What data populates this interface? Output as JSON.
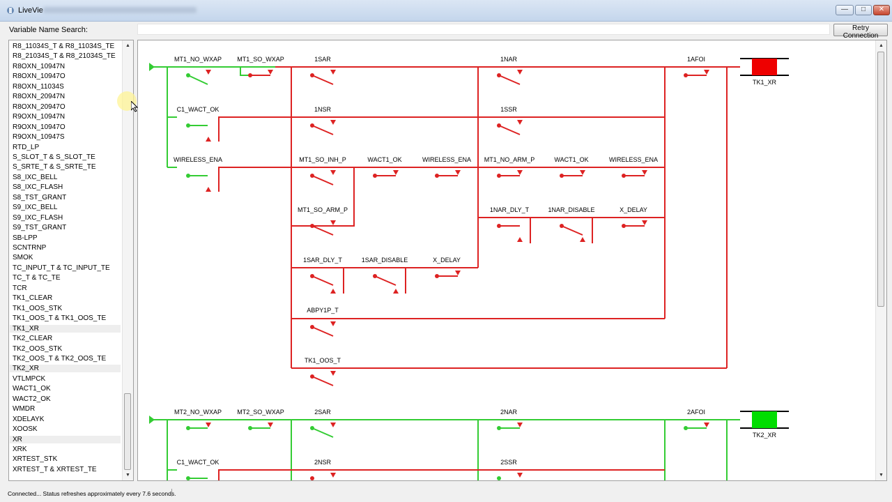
{
  "window": {
    "title": "LiveVie"
  },
  "search": {
    "label": "Variable Name Search:",
    "value": "",
    "placeholder": ""
  },
  "retry": {
    "label": "Retry Connection"
  },
  "variables": {
    "items": [
      "R8_11034S_T & R8_11034S_TE",
      "R8_21034S_T & R8_21034S_TE",
      "R8OXN_10947N",
      "R8OXN_10947O",
      "R8OXN_11034S",
      "R8OXN_20947N",
      "R8OXN_20947O",
      "R9OXN_10947N",
      "R9OXN_10947O",
      "R9OXN_10947S",
      "RTD_LP",
      "S_SLOT_T & S_SLOT_TE",
      "S_SRTE_T & S_SRTE_TE",
      "S8_IXC_BELL",
      "S8_IXC_FLASH",
      "S8_TST_GRANT",
      "S9_IXC_BELL",
      "S9_IXC_FLASH",
      "S9_TST_GRANT",
      "SB-LPP",
      "SCNTRNP",
      "SMOK",
      "TC_INPUT_T & TC_INPUT_TE",
      "TC_T & TC_TE",
      "TCR",
      "TK1_CLEAR",
      "TK1_OOS_STK",
      "TK1_OOS_T & TK1_OOS_TE",
      "TK1_XR",
      "TK2_CLEAR",
      "TK2_OOS_STK",
      "TK2_OOS_T & TK2_OOS_TE",
      "TK2_XR",
      "VTLMPCK",
      "WACT1_OK",
      "WACT2_OK",
      "WMDR",
      "XDELAYK",
      "XOOSK",
      "XR",
      "XRK",
      "XRTEST_STK",
      "XRTEST_T & XRTEST_TE"
    ],
    "selected": [
      "TK1_XR",
      "TK2_XR",
      "XR"
    ]
  },
  "diagram": {
    "colors": {
      "energized": "#00dd00",
      "deenergized": "#ee0000",
      "line_green": "#33cc33",
      "line_red": "#dd2222"
    },
    "labels": [
      "MT1_NO_WXAP",
      "MT1_SO_WXAP",
      "1SAR",
      "1NAR",
      "1AFOI",
      "C1_WACT_OK",
      "1NSR",
      "1SSR",
      "WIRELESS_ENA",
      "MT1_SO_INH_P",
      "WACT1_OK",
      "WIRELESS_ENA",
      "MT1_NO_ARM_P",
      "WACT1_OK",
      "WIRELESS_ENA",
      "MT1_SO_ARM_P",
      "1NAR_DLY_T",
      "1NAR_DISABLE",
      "X_DELAY",
      "1SAR_DLY_T",
      "1SAR_DISABLE",
      "X_DELAY",
      "ABPY1P_T",
      "TK1_OOS_T",
      "MT2_NO_WXAP",
      "MT2_SO_WXAP",
      "2SAR",
      "2NAR",
      "2AFOI",
      "C1_WACT_OK",
      "2NSR",
      "2SSR"
    ],
    "coils": [
      {
        "label": "TK1_XR",
        "state": "off"
      },
      {
        "label": "TK2_XR",
        "state": "on"
      }
    ]
  },
  "status": {
    "text": "Connected... Status refreshes approximately every 7.6 seconds."
  }
}
